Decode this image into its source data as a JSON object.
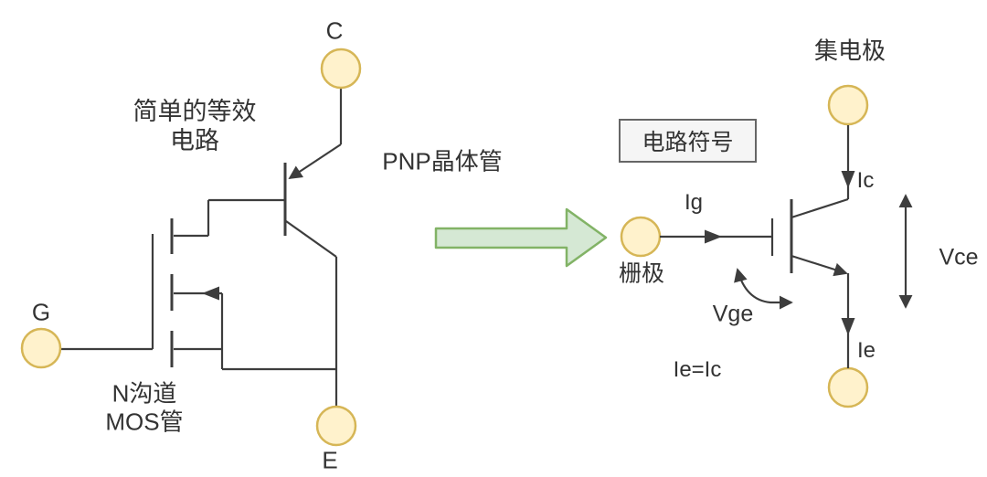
{
  "left_circuit": {
    "caption": "简单的等效\n电路",
    "terminal_c": "C",
    "terminal_g": "G",
    "terminal_e": "E",
    "mosfet_label": "N沟道\nMOS管"
  },
  "middle": {
    "pnp_label": "PNP晶体管"
  },
  "right_circuit": {
    "box_label": "电路符号",
    "collector_label": "集电极",
    "gate_label": "栅极",
    "current_gate": "Ig",
    "current_collector": "Ic",
    "current_emitter": "Ie",
    "voltage_ge": "Vge",
    "voltage_ce": "Vce",
    "equation": "Ie=Ic"
  },
  "colors": {
    "terminal_fill": "#fff2cc",
    "terminal_stroke": "#d6b656",
    "arrow_fill": "#d5e8d4",
    "arrow_stroke": "#82b366",
    "wire": "#3d3d3d",
    "box_fill": "#f5f5f5",
    "box_border": "#666666",
    "text": "#333333",
    "background": "#ffffff"
  }
}
